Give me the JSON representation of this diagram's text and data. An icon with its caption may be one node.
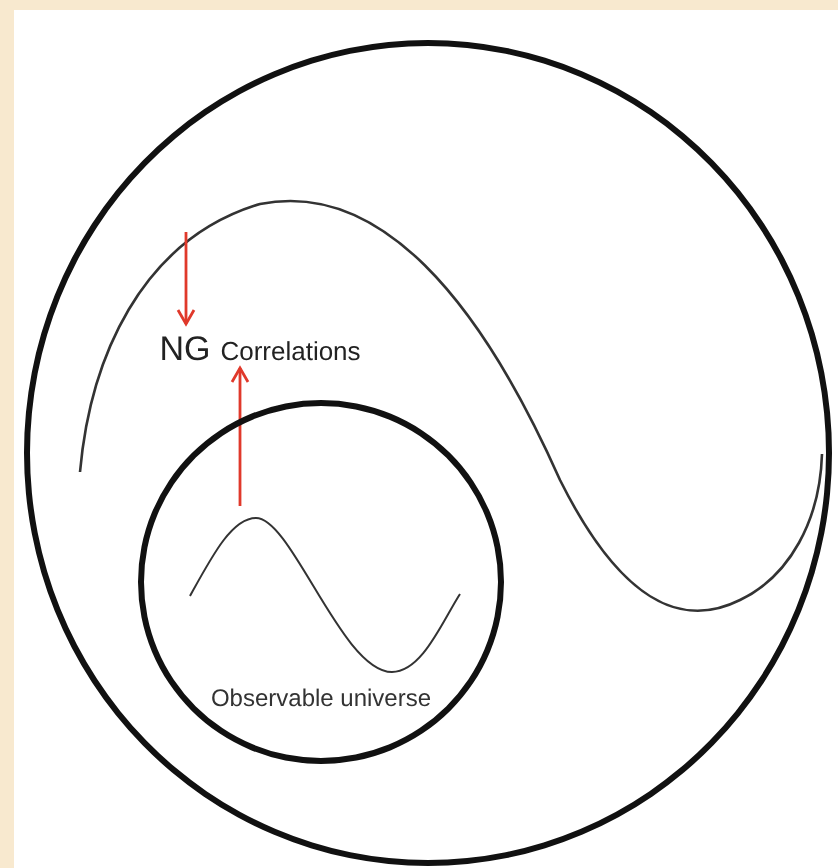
{
  "diagram": {
    "nodes": [
      {
        "text": [],
        "shape": "circle"
      },
      {
        "text": [
          "NG",
          "Correlations"
        ],
        "in": 0
      },
      {
        "text": [
          "Observable universe"
        ],
        "in": 0
      },
      {
        "text": [],
        "shape": "curve",
        "in": 2
      }
    ],
    "edges": [
      {
        "from": null,
        "to": 1,
        "arrow": "to",
        "color": "#e0392b"
      },
      {
        "from": 3,
        "to": 1,
        "arrow": "to",
        "color": "#e0392b"
      }
    ]
  }
}
